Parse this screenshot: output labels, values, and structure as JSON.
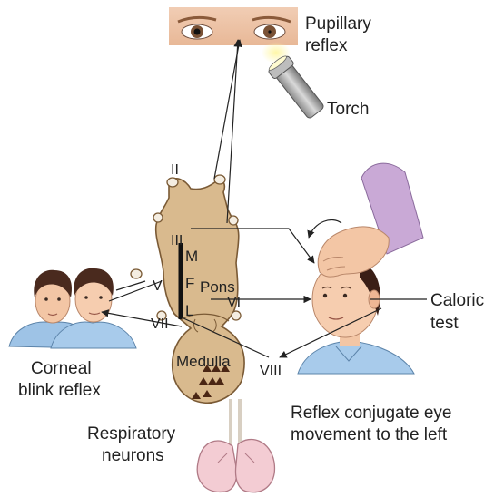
{
  "labels": {
    "pupillary_line1": "Pupillary",
    "pupillary_line2": "reflex",
    "torch": "Torch",
    "caloric_line1": "Caloric",
    "caloric_line2": "test",
    "corneal_line1": "Corneal",
    "corneal_line2": "blink reflex",
    "respiratory_line1": "Respiratory",
    "respiratory_line2": "neurons",
    "conjugate_line1": "Reflex conjugate eye",
    "conjugate_line2": "movement to the left",
    "medulla": "Medulla",
    "pons": "Pons",
    "mlf_m": "M",
    "mlf_f": "F",
    "mlf_l": "L"
  },
  "nerves": {
    "ii": "II",
    "iii": "III",
    "v": "V",
    "vi": "VI",
    "vii": "VII",
    "viii": "VIII"
  },
  "colors": {
    "brainstem": "#d9ba8e",
    "brainstem_outline": "#7a5a35",
    "skin": "#f3c6a5",
    "shirt": "#9ec3e6",
    "hair": "#4a2a1e",
    "glove": "#c9a9d6",
    "lines": "#222222"
  }
}
